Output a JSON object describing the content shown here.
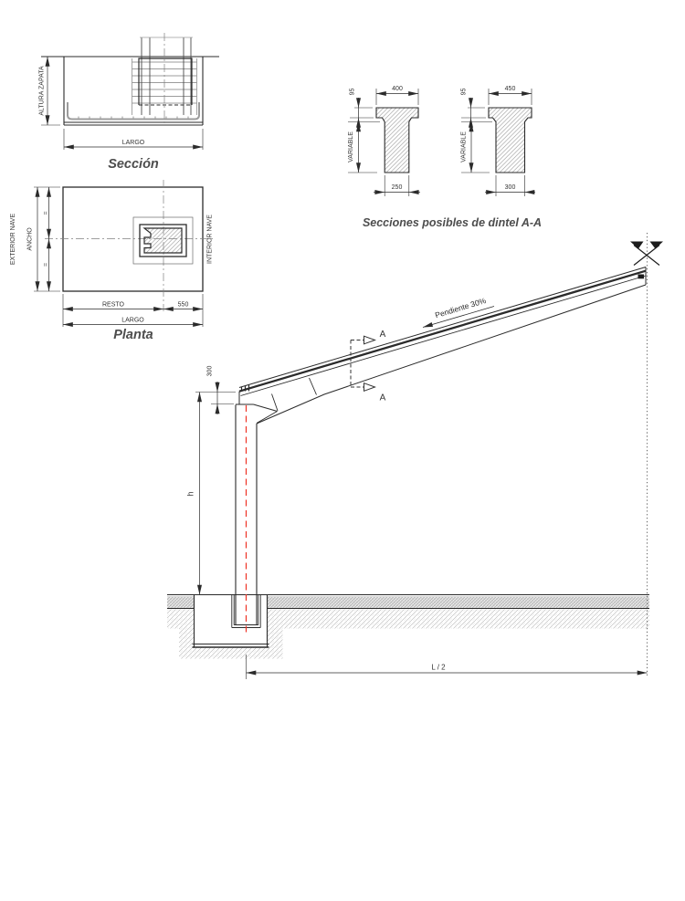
{
  "seccion": {
    "title": "Sección",
    "dim_altura": "ALTURA ZAPATA",
    "dim_largo": "LARGO"
  },
  "planta": {
    "title": "Planta",
    "label_exterior": "EXTERIOR NAVE",
    "label_interior": "INTERIOR NAVE",
    "dim_ancho": "ANCHO",
    "dim_eq_top": "=",
    "dim_eq_bottom": "=",
    "dim_resto": "RESTO",
    "dim_550": "550",
    "dim_largo": "LARGO"
  },
  "dintel": {
    "caption": "Secciones posibles de dintel A-A",
    "left": {
      "dim_top": "400",
      "dim_flange": "95",
      "dim_depth": "VARIABLE",
      "dim_web": "250"
    },
    "right": {
      "dim_top": "450",
      "dim_flange": "95",
      "dim_depth": "VARIABLE",
      "dim_web": "300"
    }
  },
  "elevacion": {
    "label_pendiente": "Pendiente 30%",
    "label_section_top": "A",
    "label_section_bottom": "A",
    "dim_300": "300",
    "dim_h": "h",
    "dim_l2": "L / 2"
  },
  "colors": {
    "line": "#2b2b2b",
    "axis_red": "#ee3124",
    "title_gray": "#4d4d4d"
  }
}
